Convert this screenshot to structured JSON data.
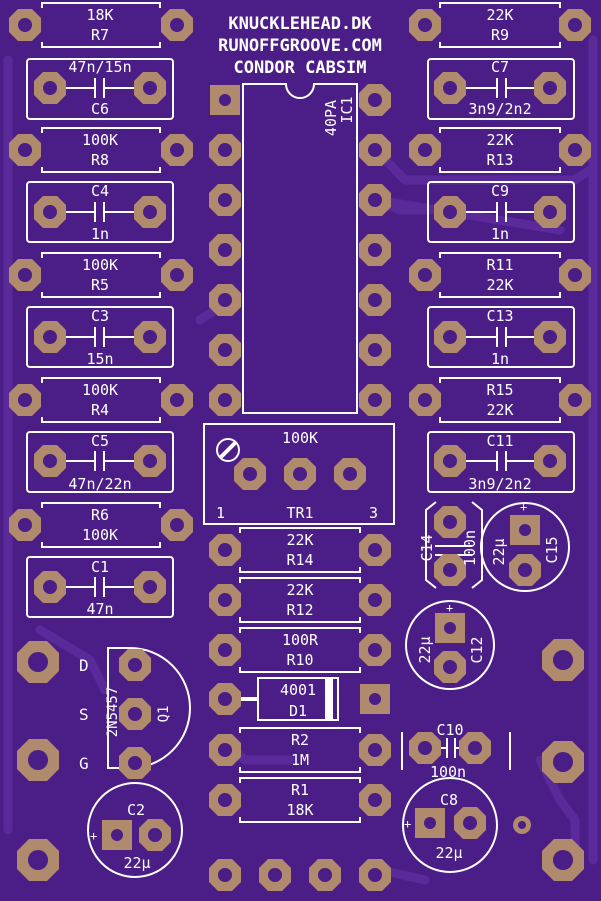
{
  "colors": {
    "board": "#4b1d86",
    "trace": "#5a2a9a",
    "silk": "#ffffff",
    "pad": "#b08a6c",
    "hole": "#4b1d86"
  },
  "header": {
    "line1": "KNUCKLEHEAD.DK",
    "line2": "RUNOFFGROOVE.COM",
    "line3": "CONDOR CABSIM"
  },
  "ic": {
    "name": "IC1",
    "part": "40PA"
  },
  "trimmer": {
    "value": "100K",
    "name": "TR1",
    "pin1": "1",
    "pin3": "3"
  },
  "parts": {
    "r7": {
      "value": "18K",
      "ref": "R7"
    },
    "r9": {
      "value": "22K",
      "ref": "R9"
    },
    "c6": {
      "value": "47n/15n",
      "ref": "C6"
    },
    "c7": {
      "value": "3n9/2n2",
      "ref": "C7"
    },
    "r8": {
      "value": "100K",
      "ref": "R8"
    },
    "r13": {
      "value": "22K",
      "ref": "R13"
    },
    "c4": {
      "value": "1n",
      "ref": "C4"
    },
    "c9": {
      "value": "1n",
      "ref": "C9"
    },
    "r5": {
      "value": "100K",
      "ref": "R5"
    },
    "r11": {
      "value": "22K",
      "ref": "R11"
    },
    "c3": {
      "value": "15n",
      "ref": "C3"
    },
    "c13": {
      "value": "1n",
      "ref": "C13"
    },
    "r4": {
      "value": "100K",
      "ref": "R4"
    },
    "r15": {
      "value": "22K",
      "ref": "R15"
    },
    "c5": {
      "value": "47n/22n",
      "ref": "C5"
    },
    "c11": {
      "value": "3n9/2n2",
      "ref": "C11"
    },
    "r6": {
      "value": "100K",
      "ref": "R6"
    },
    "c1": {
      "value": "47n",
      "ref": "C1"
    },
    "r14": {
      "value": "22K",
      "ref": "R14"
    },
    "r12": {
      "value": "22K",
      "ref": "R12"
    },
    "r10": {
      "value": "100R",
      "ref": "R10"
    },
    "d1": {
      "value": "4001",
      "ref": "D1"
    },
    "r2": {
      "value": "1M",
      "ref": "R2"
    },
    "r1": {
      "value": "18K",
      "ref": "R1"
    },
    "c14": {
      "value": "100n",
      "ref": "C14"
    },
    "c15": {
      "value": "22µ",
      "ref": "C15"
    },
    "c12": {
      "value": "22µ",
      "ref": "C12"
    },
    "c10": {
      "value": "100n",
      "ref": "C10"
    },
    "c8": {
      "value": "22µ",
      "ref": "C8"
    },
    "c2": {
      "value": "22µ",
      "ref": "C2"
    }
  },
  "transistor": {
    "part": "2N5457",
    "ref": "Q1",
    "d": "D",
    "s": "S",
    "g": "G"
  },
  "polarity": {
    "plus": "+"
  }
}
